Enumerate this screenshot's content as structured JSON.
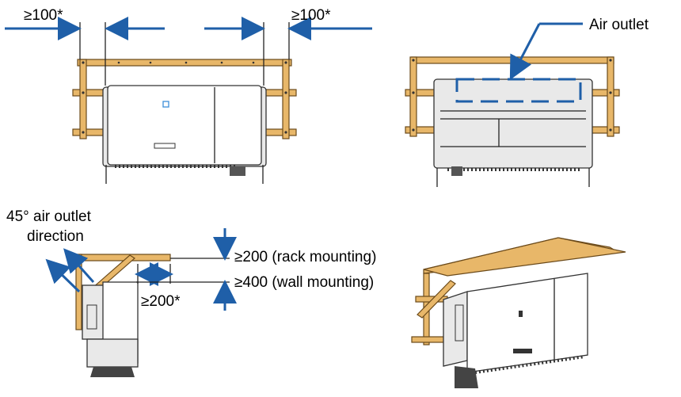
{
  "labels": {
    "left_clearance": "≥100*",
    "right_clearance": "≥100*",
    "air_outlet": "Air outlet",
    "outlet_direction_line1": "45° air outlet",
    "outlet_direction_line2": "direction",
    "rack_mounting": "≥200 (rack mounting)",
    "wall_mounting": "≥400 (wall mounting)",
    "side_clearance": "≥200*"
  },
  "colors": {
    "arrow": "#1f5fa8",
    "wood": "#e8b769"
  },
  "icons": {
    "logo_badge": "brand-logo-plate",
    "indicator": "status-led-icon"
  }
}
